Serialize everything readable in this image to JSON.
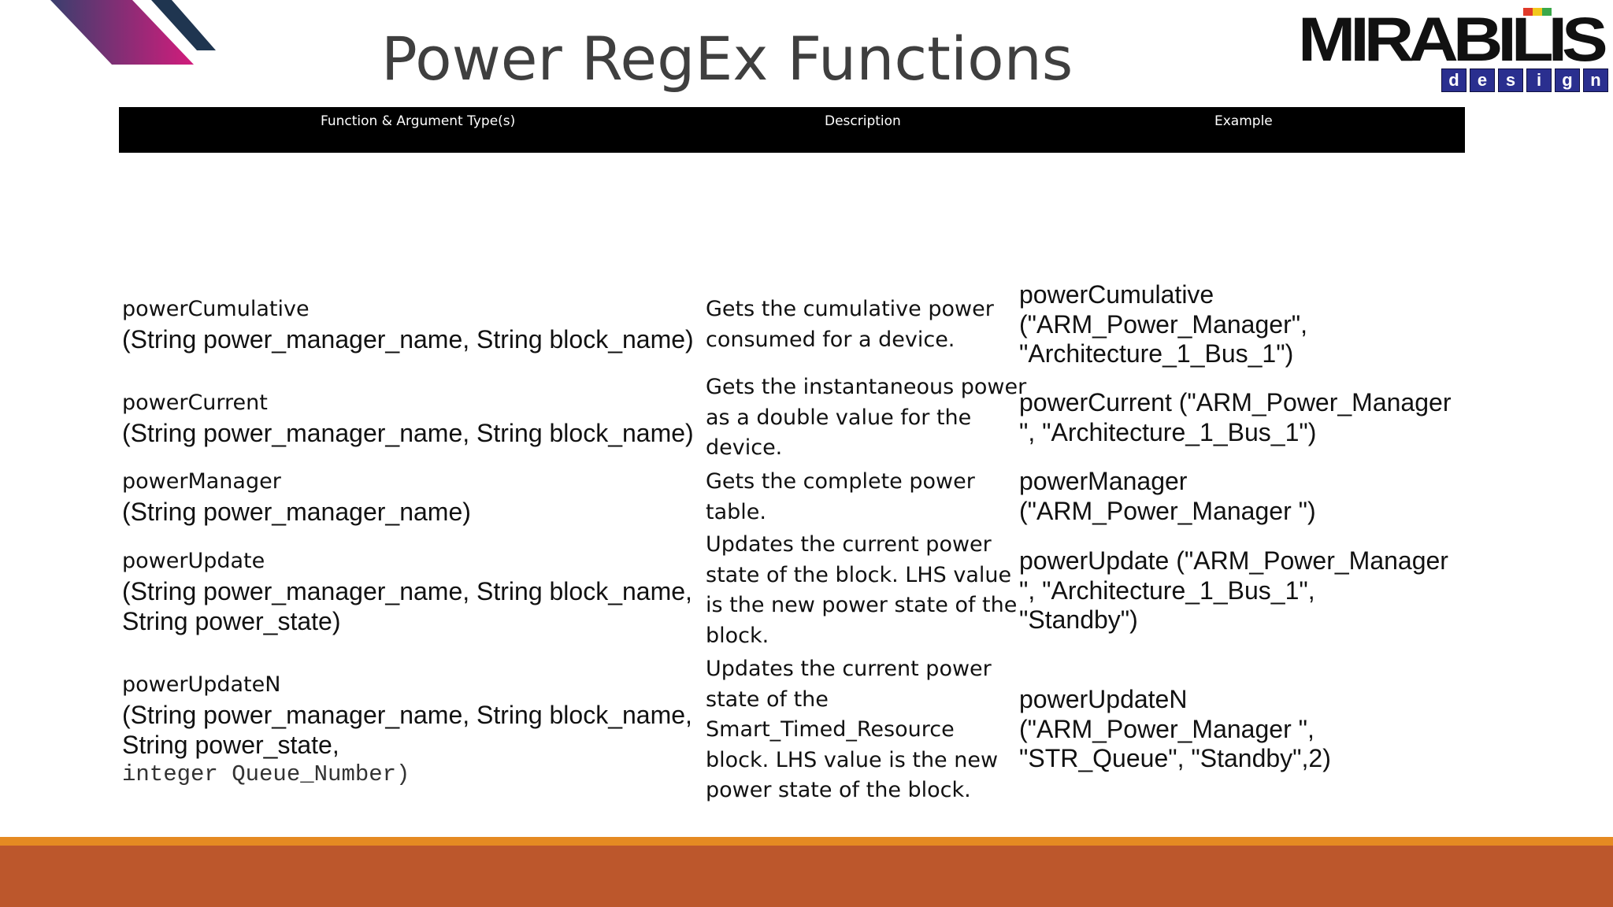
{
  "slide": {
    "title": "Power RegEx Functions"
  },
  "logo": {
    "wordmark": "MIRABILIS",
    "sub_letters": [
      "d",
      "e",
      "s",
      "i",
      "g",
      "n"
    ]
  },
  "table": {
    "headers": {
      "function": "Function & Argument Type(s)",
      "description": "Description",
      "example": "Example"
    },
    "rows": [
      {
        "name": "powerCumulative",
        "args": [
          "(String power_manager_name, String block_name)"
        ],
        "mono_arg": "",
        "description": [
          "Gets the cumulative power",
          "consumed for a device."
        ],
        "example": [
          "powerCumulative",
          "(\"ARM_Power_Manager\",",
          "\"Architecture_1_Bus_1\")"
        ]
      },
      {
        "name": "powerCurrent",
        "args": [
          "(String power_manager_name, String block_name)"
        ],
        "mono_arg": "",
        "description": [
          "Gets the instantaneous power",
          "as a double value for the",
          "device."
        ],
        "example": [
          "powerCurrent (\"ARM_Power_Manager",
          "\", \"Architecture_1_Bus_1\")"
        ]
      },
      {
        "name": "powerManager",
        "args": [
          "(String power_manager_name)"
        ],
        "mono_arg": "",
        "description": [
          "Gets the complete power",
          "table."
        ],
        "example": [
          "powerManager",
          "(\"ARM_Power_Manager \")"
        ]
      },
      {
        "name": "powerUpdate",
        "args": [
          "(String power_manager_name, String block_name,",
          "String power_state)"
        ],
        "mono_arg": "",
        "description": [
          "Updates the current power",
          "state of the block. LHS value",
          "is the new power state of the",
          "block."
        ],
        "example": [
          "powerUpdate (\"ARM_Power_Manager",
          "\", \"Architecture_1_Bus_1\",",
          "\"Standby\")"
        ]
      },
      {
        "name": "powerUpdateN",
        "args": [
          "(String power_manager_name, String block_name,",
          "String power_state,"
        ],
        "mono_arg": "integer Queue_Number)",
        "description": [
          "Updates the current power",
          "state of the",
          "Smart_Timed_Resource",
          "block. LHS value is the new",
          "power state of the block."
        ],
        "example": [
          "powerUpdateN",
          "(\"ARM_Power_Manager \",",
          "\"STR_Queue\", \"Standby\",2)"
        ]
      }
    ]
  },
  "colors": {
    "header_bg": "#000000",
    "accent_stripe": "#e58a22",
    "footer_band": "#bc572c",
    "deco_navy": "#1f3550",
    "deco_magenta": "#d21c7c",
    "logo_blue": "#2a2f8f"
  }
}
